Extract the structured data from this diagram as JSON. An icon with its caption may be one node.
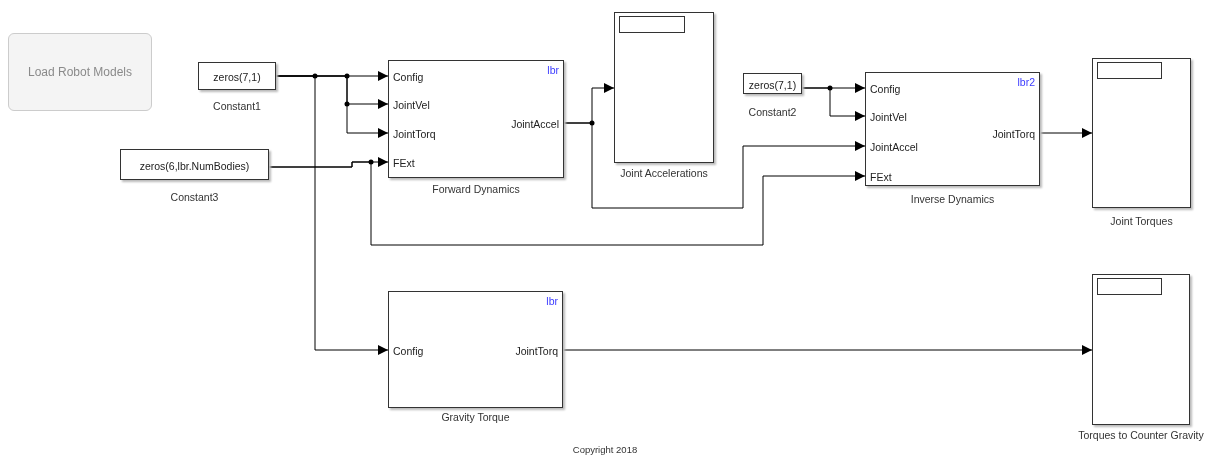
{
  "diagram": {
    "nodes": [
      {
        "text": [
          "Load Robot Models"
        ]
      },
      {
        "text": [
          "zeros(7,1)"
        ],
        "beside": [
          "Constant1"
        ]
      },
      {
        "text": [
          "zeros(6,lbr.NumBodies)"
        ],
        "beside": [
          "Constant3"
        ]
      },
      {
        "text": [
          "lbr",
          "Config",
          "JointVel",
          "JointTorq",
          "FExt",
          "JointAccel"
        ],
        "beside": [
          "Forward Dynamics"
        ]
      },
      {
        "text": [],
        "shape": "box",
        "beside": [
          "Joint Accelerations"
        ]
      },
      {
        "text": [
          "zeros(7,1)"
        ],
        "beside": [
          "Constant2"
        ]
      },
      {
        "text": [
          "lbr2",
          "Config",
          "JointVel",
          "JointAccel",
          "FExt",
          "JointTorq"
        ],
        "beside": [
          "Inverse Dynamics"
        ]
      },
      {
        "text": [],
        "shape": "box",
        "beside": [
          "Joint Torques"
        ]
      },
      {
        "text": [
          "lbr",
          "Config",
          "JointTorq"
        ],
        "beside": [
          "Gravity Torque"
        ]
      },
      {
        "text": [],
        "shape": "box",
        "beside": [
          "Torques to Counter Gravity"
        ]
      }
    ],
    "edges": [
      {
        "from": 1,
        "to": 3,
        "arrow": "to"
      },
      {
        "from": 1,
        "to": 3,
        "arrow": "to"
      },
      {
        "from": 1,
        "to": 3,
        "arrow": "to"
      },
      {
        "from": 1,
        "to": 8,
        "arrow": "to"
      },
      {
        "from": 2,
        "to": 3,
        "arrow": "to"
      },
      {
        "from": 2,
        "to": 6,
        "arrow": "to"
      },
      {
        "from": 3,
        "to": 4,
        "arrow": "to"
      },
      {
        "from": 3,
        "to": 6,
        "arrow": "to"
      },
      {
        "from": 5,
        "to": 6,
        "arrow": "to"
      },
      {
        "from": 5,
        "to": 6,
        "arrow": "to"
      },
      {
        "from": 6,
        "to": 7,
        "arrow": "to"
      },
      {
        "from": 8,
        "to": 9,
        "arrow": "to"
      }
    ],
    "labels": [
      "Copyright 2018"
    ]
  }
}
